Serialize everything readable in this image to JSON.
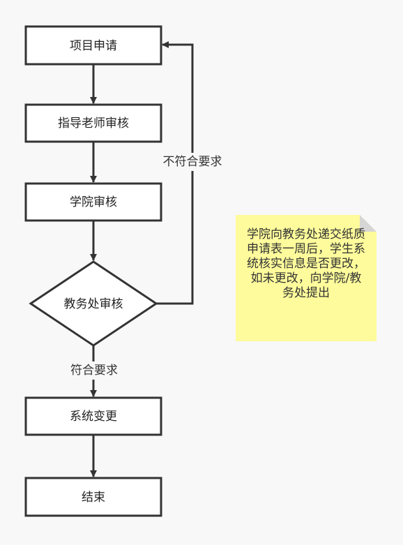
{
  "nodes": {
    "apply": "项目申请",
    "advisor_review": "指导老师审核",
    "college_review": "学院审核",
    "academic_review": "教务处审核",
    "system_change": "系统变更",
    "end": "结束"
  },
  "edges": {
    "rejected_label": "不符合要求",
    "approved_label": "符合要求"
  },
  "note": {
    "text": "学院向教务处递交纸质申请表一周后，学生系统核实信息是否更改，如未更改，向学院/教务处提出"
  },
  "colors": {
    "node_fill": "#ffffff",
    "stroke": "#333333",
    "note_fill": "#fdfb9b",
    "background": "#f8f8f8"
  }
}
